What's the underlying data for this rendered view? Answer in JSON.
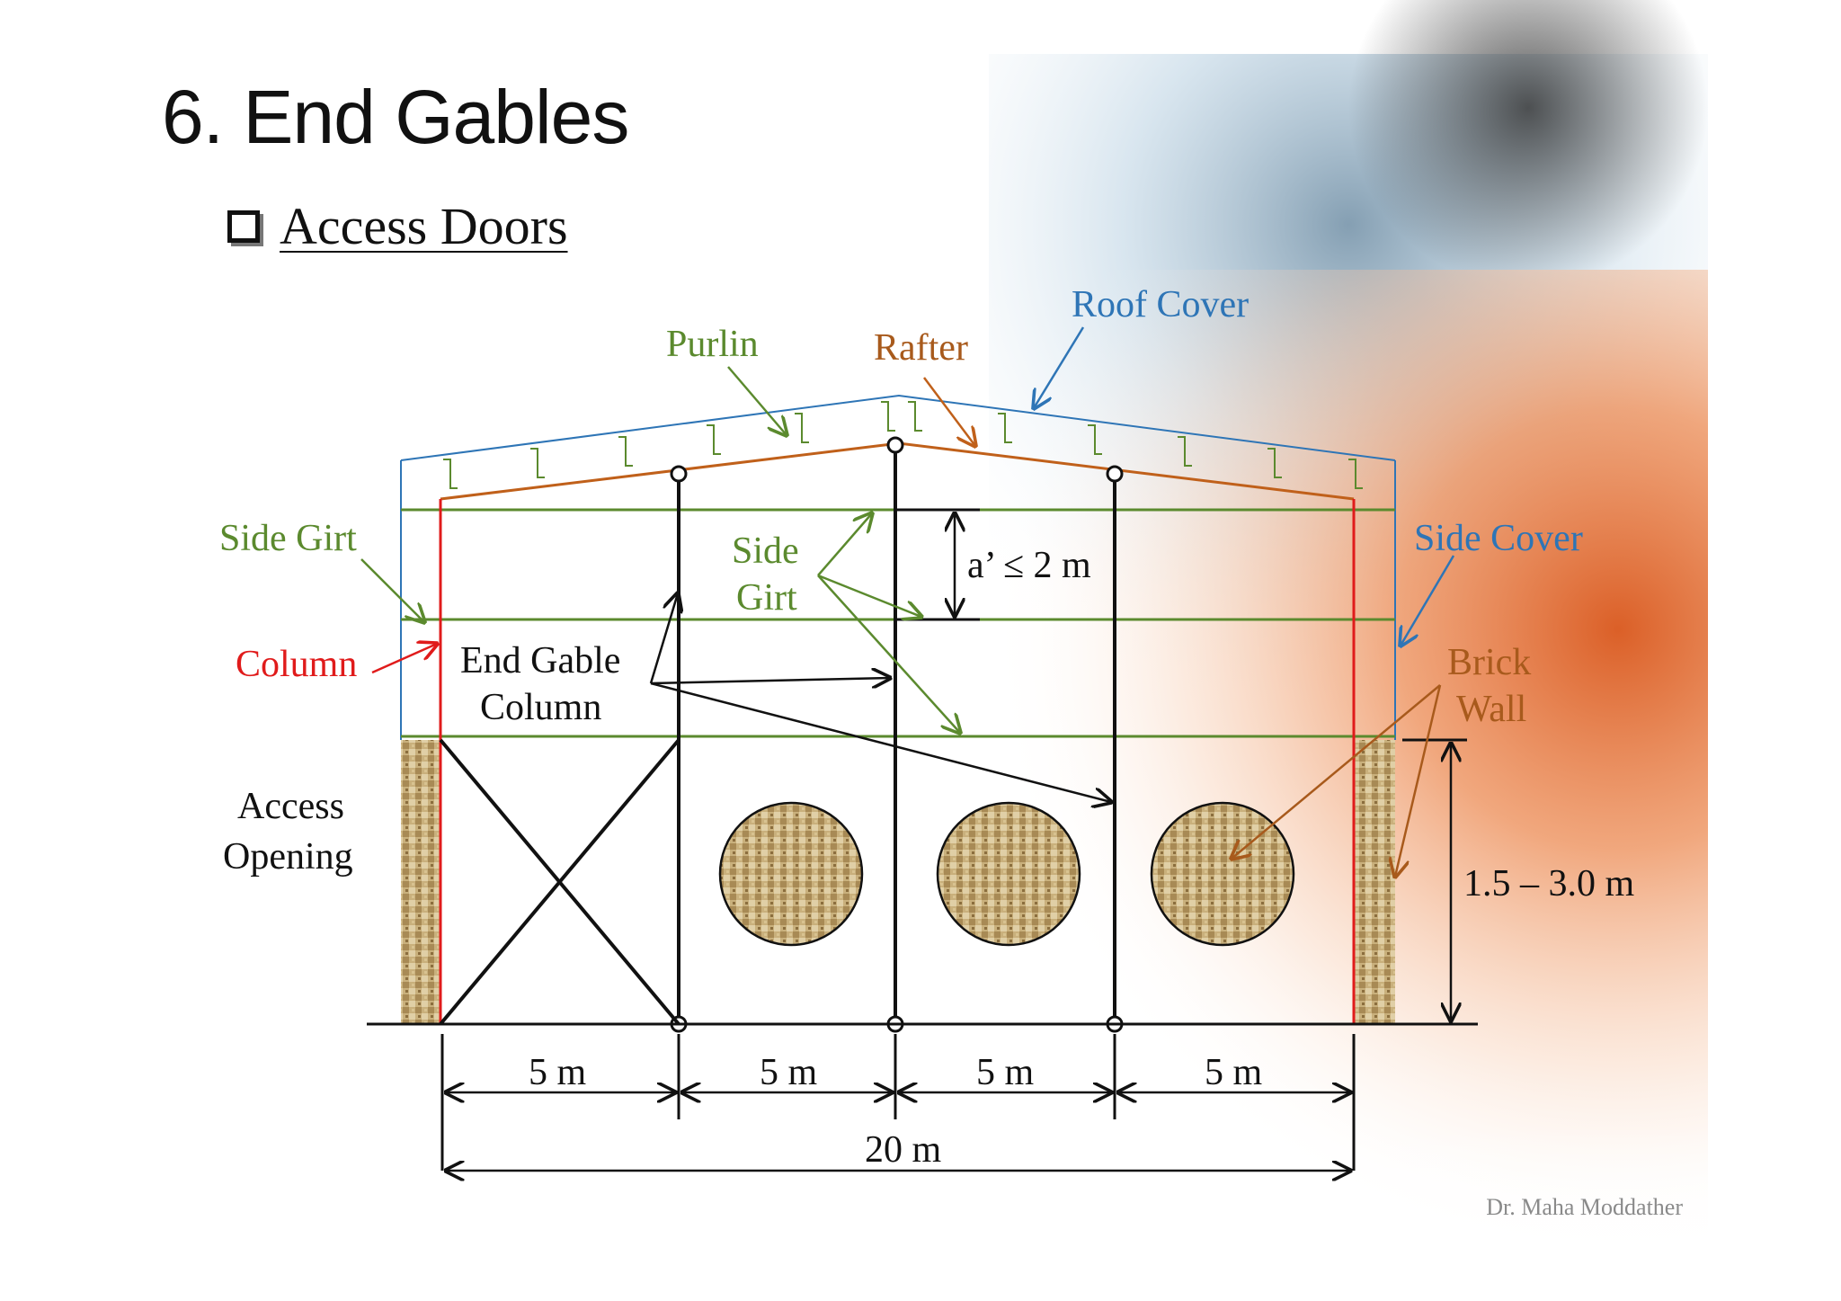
{
  "slide": {
    "title": "6. End Gables",
    "subtitle": "Access Doors",
    "credit": "Dr. Maha Moddather"
  },
  "labels": {
    "roof_cover": "Roof Cover",
    "purlin": "Purlin",
    "rafter": "Rafter",
    "side_girt_left": "Side Girt",
    "side_girt_center_1": "Side",
    "side_girt_center_2": "Girt",
    "side_cover": "Side Cover",
    "column": "Column",
    "end_gable_column_1": "End Gable",
    "end_gable_column_2": "Column",
    "brick_wall_1": "Brick",
    "brick_wall_2": "Wall",
    "access_opening_1": "Access",
    "access_opening_2": "Opening"
  },
  "dimensions": {
    "girt_spacing": "a’ ≤ 2 m",
    "wall_height": "1.5 – 3.0 m",
    "bay_1": "5 m",
    "bay_2": "5 m",
    "bay_3": "5 m",
    "bay_4": "5 m",
    "total_width": "20 m"
  },
  "colors": {
    "roof_cover": "#2e75b6",
    "purlin": "#5b8a2e",
    "rafter": "#c0601a",
    "side_girt": "#5b8a2e",
    "column": "#e01b1b",
    "side_cover": "#2e75b6",
    "brick_wall": "#a85a1c",
    "structure": "#111111"
  }
}
